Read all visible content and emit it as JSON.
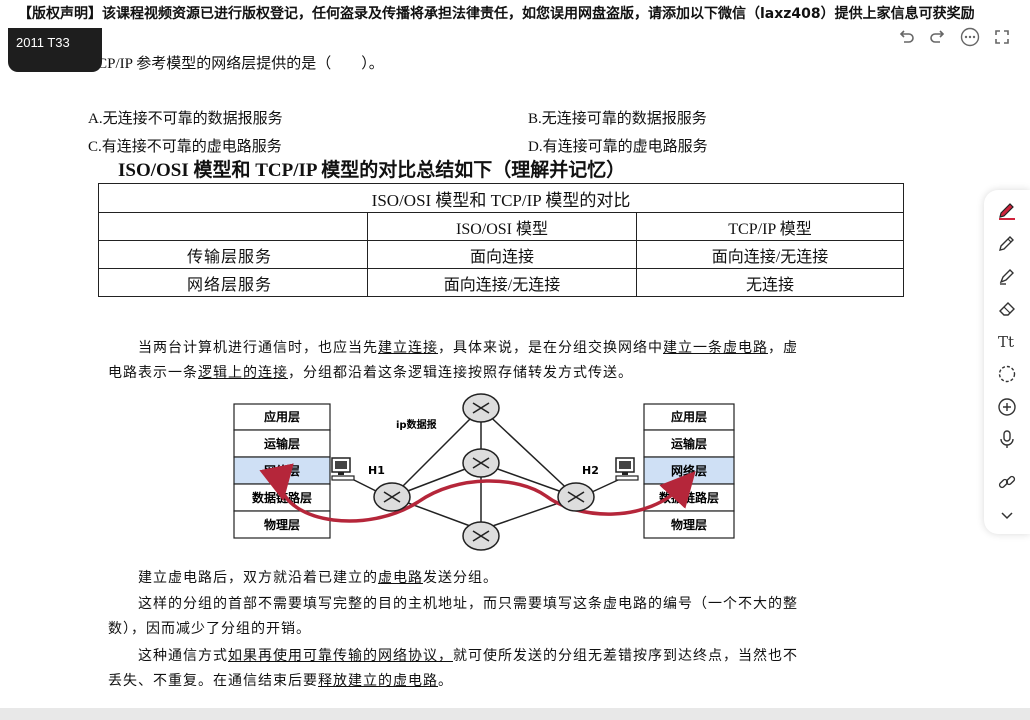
{
  "banner": {
    "text": "【版权声明】该课程视频资源已进行版权登记，任何盗录及传播将承担法律责任，如您误用网盘盗版，请添加以下微信（laxz408）提供上家信息可获奖励"
  },
  "tag": {
    "label": "2011 T33"
  },
  "question": {
    "stem": "TCP/IP 参考模型的网络层提供的是（　　）。",
    "options": {
      "A": "A.无连接不可靠的数据报服务",
      "B": "B.无连接可靠的数据报服务",
      "C": "C.有连接不可靠的虚电路服务",
      "D": "D.有连接可靠的虚电路服务"
    }
  },
  "section_title": "ISO/OSI 模型和 TCP/IP 模型的对比总结如下（理解并记忆）",
  "table": {
    "caption": "ISO/OSI 模型和 TCP/IP 模型的对比",
    "headers": [
      "",
      "ISO/OSI 模型",
      "TCP/IP 模型"
    ],
    "rows": [
      [
        "传输层服务",
        "面向连接",
        "面向连接/无连接"
      ],
      [
        "网络层服务",
        "面向连接/无连接",
        "无连接"
      ]
    ]
  },
  "para1": {
    "a": "当两台计算机进行通信时，也应当先",
    "b": "建立连接",
    "c": "，具体来说，是在分组交换网络中",
    "d": "建立一条虚电路",
    "e": "，虚",
    "f": "电路表示一条",
    "g": "逻辑上的连接",
    "h": "，分组都沿着这条逻辑连接按照存储转发方式传送。"
  },
  "diagram": {
    "left_stack": [
      "应用层",
      "运输层",
      "网络层",
      "数据链路层",
      "物理层"
    ],
    "right_stack": [
      "应用层",
      "运输层",
      "网络层",
      "数据链路层",
      "物理层"
    ],
    "ip_label": "ip数据报",
    "h1": "H1",
    "h2": "H2",
    "highlight_color": "#cfe0f5",
    "path_color": "#b5263a"
  },
  "para2": {
    "a": "建立虚电路后，双方就沿着已建立的",
    "b": "虚电路",
    "c": "发送分组。"
  },
  "para3": {
    "a": "这样的分组的首部不需要填写完整的目的主机地址，而只需要填写这条虚电路的编号（一个不大的整",
    "b": "数），因而减少了分组的开销。"
  },
  "para4": {
    "a": "这种通信方式",
    "b": "如果再使用可靠传输的网络协议，",
    "c": "就可使所发送的分组无差错按序到达终点，当然也不",
    "d": "丢失、不重复。在通信结束后要",
    "e": "释放建立的虚电路",
    "f": "。"
  },
  "tools": [
    "pen-icon",
    "pencil-icon",
    "highlighter-icon",
    "eraser-icon",
    "text-icon",
    "lasso-icon",
    "add-icon",
    "mic-icon",
    "link-icon",
    "chevron-down-icon"
  ],
  "colors": {
    "pen": "#d0233c"
  }
}
